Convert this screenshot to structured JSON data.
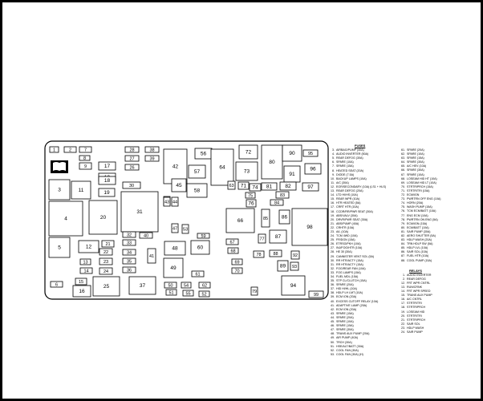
{
  "legend": {
    "fuses_heading": "FUSES",
    "relays_heading": "RELAYS",
    "fuses_left": [
      {
        "n": "3.",
        "t": "AIRBAG/PUMP (40A)"
      },
      {
        "n": "4.",
        "t": "AUDIO INVERTER (50A)"
      },
      {
        "n": "5.",
        "t": "REAR DEFOG (30A)"
      },
      {
        "n": "6.",
        "t": "SPARE (10A)"
      },
      {
        "n": "7.",
        "t": "SPARE (15A)"
      },
      {
        "n": "8.",
        "t": "HEATED SEAT (20A)"
      },
      {
        "n": "9.",
        "t": "DIODE (7.5A)"
      },
      {
        "n": "10.",
        "t": "BACKUP LAMPS (10A)"
      },
      {
        "n": "11.",
        "t": "A/C (30A)"
      },
      {
        "n": "12.",
        "t": "EGR/SECONDARY (10A) (LS1 + HLS)"
      },
      {
        "n": "13.",
        "t": "REAR DEFOG (20A)"
      },
      {
        "n": "14.",
        "t": "LTD HI/HS (10A)"
      },
      {
        "n": "15.",
        "t": "REAR WPR (10A)"
      },
      {
        "n": "16.",
        "t": "HTR HEATED (5A)"
      },
      {
        "n": "17.",
        "t": "CRRT HTR (10A)"
      },
      {
        "n": "18.",
        "t": "CCDR/RR/PWR SEAT (30A)"
      },
      {
        "n": "19.",
        "t": "ABS/VALV (30A)"
      },
      {
        "n": "20.",
        "t": "DRVR/PWR SEAT (30A)"
      },
      {
        "n": "21.",
        "t": "ABS/PUMP (40A)"
      },
      {
        "n": "22.",
        "t": "CRHTR (10A)"
      },
      {
        "n": "23.",
        "t": "A/L (10A)"
      },
      {
        "n": "24.",
        "t": "TCM 4WD (10A)"
      },
      {
        "n": "25.",
        "t": "FR/DGN (15A)"
      },
      {
        "n": "26.",
        "t": "ETRSG/PKH (10A)"
      },
      {
        "n": "27.",
        "t": "INJ/FOG/HTR (10A)"
      },
      {
        "n": "28.",
        "t": "HE 30 (30A)"
      },
      {
        "n": "29.",
        "t": "CANNISTER VENT SOL (5A)"
      },
      {
        "n": "30.",
        "t": "RR HTR/ACTY (15A)"
      },
      {
        "n": "31.",
        "t": "RR HTR/ACTY (15A)"
      },
      {
        "n": "32.",
        "t": "FOG/REAR FAN (10A)"
      },
      {
        "n": "33.",
        "t": "FOG LAMPS (15A)"
      },
      {
        "n": "34.",
        "t": "FUEL MDL (15A)"
      },
      {
        "n": "35.",
        "t": "STP CL/CLUTCH (15A)"
      },
      {
        "n": "36.",
        "t": "SPARE (20A)"
      },
      {
        "n": "37.",
        "t": "HID HI/HL (10A)"
      },
      {
        "n": "38.",
        "t": "HDLP LH LMT (10A)"
      },
      {
        "n": "39.",
        "t": "ECM ION (20A)"
      },
      {
        "n": "40.",
        "t": "EXCESS CUTOFF RELAY (10A)"
      },
      {
        "n": "41.",
        "t": "ADAPTIVE LAMP (20A)"
      },
      {
        "n": "42.",
        "t": "ECM ION (20A)"
      },
      {
        "n": "43.",
        "t": "SPARE (15A)"
      },
      {
        "n": "44.",
        "t": "SPARE (20A)"
      },
      {
        "n": "45.",
        "t": "SPARE (10A)"
      },
      {
        "n": "46.",
        "t": "SPARE (15A)"
      },
      {
        "n": "47.",
        "t": "SPARE (30A)"
      },
      {
        "n": "48.",
        "t": "TRANS AUX PUMP (20A)"
      },
      {
        "n": "49.",
        "t": "AIR PUMP (40A)"
      },
      {
        "n": "50.",
        "t": "TRCH (30A)"
      },
      {
        "n": "51.",
        "t": "HSE/ALT/BATT (30A)"
      },
      {
        "n": "52.",
        "t": "COOL FAN (30A)"
      },
      {
        "n": "53.",
        "t": "COOL FAN (30A) (H)"
      }
    ],
    "fuses_right": [
      {
        "n": "61.",
        "t": "SPARE (20A)"
      },
      {
        "n": "62.",
        "t": "SPARE (10A)"
      },
      {
        "n": "63.",
        "t": "SPARE (15A)"
      },
      {
        "n": "64.",
        "t": "SPARE (30A)"
      },
      {
        "n": "65.",
        "t": "A/C HEV (10A)"
      },
      {
        "n": "66.",
        "t": "SPARE (30A)"
      },
      {
        "n": "67.",
        "t": "SPARE (10A)"
      },
      {
        "n": "68.",
        "t": "LOSEAM HID HT (10A)"
      },
      {
        "n": "69.",
        "t": "LOSEAM HID LT (10A)"
      },
      {
        "n": "70.",
        "t": "STRTR/PRCH (15A)"
      },
      {
        "n": "71.",
        "t": "STRTR/TRI (15A)"
      },
      {
        "n": "72.",
        "t": "ECM/IGN"
      },
      {
        "n": "73.",
        "t": "PWRTRN OFF ENG (10A)"
      },
      {
        "n": "74.",
        "t": "HORN (20A)"
      },
      {
        "n": "75.",
        "t": "WASH PUMP (15A)"
      },
      {
        "n": "76.",
        "t": "TCM ECM/BATT (10A)"
      },
      {
        "n": "77.",
        "t": "ENG ECM (10A)"
      },
      {
        "n": "78.",
        "t": "PWRTRN ON ENG (5A)"
      },
      {
        "n": "79.",
        "t": "ECM/IGN (15A)"
      },
      {
        "n": "80.",
        "t": "ECM/BATT (10A)"
      },
      {
        "n": "81.",
        "t": "SAIR PUMP (30A)"
      },
      {
        "n": "82.",
        "t": "AERO SHUTTER (5A)"
      },
      {
        "n": "83.",
        "t": "HDLP WASH (20A)"
      },
      {
        "n": "84.",
        "t": "TRN HDLP SW (5A)"
      },
      {
        "n": "85.",
        "t": "HDLP LVL (10A)"
      },
      {
        "n": "86.",
        "t": "SAIR SOL (10A)"
      },
      {
        "n": "87.",
        "t": "FUEL HTR (10A)"
      },
      {
        "n": "88.",
        "t": "COOL PUMP (15A)"
      }
    ],
    "relays": [
      {
        "n": "1.",
        "t": "AUDIO INVERTER"
      },
      {
        "n": "2.",
        "t": "REAR DEFOG"
      },
      {
        "n": "12.",
        "t": "FRT WPR CNTRL"
      },
      {
        "n": "13.",
        "t": "RUN/CRNK"
      },
      {
        "n": "14.",
        "t": "FRT WPR SPEED"
      },
      {
        "n": "15.",
        "t": "TRANS AUX PUMP"
      },
      {
        "n": "16.",
        "t": "A/C CNTRL"
      },
      {
        "n": "17.",
        "t": "STRTR/TRI"
      },
      {
        "n": "18.",
        "t": "STRTR/PRCH"
      },
      {
        "n": "19.",
        "t": "LOSEAM HID"
      },
      {
        "n": "20.",
        "t": "STRTR/TRI"
      },
      {
        "n": "21.",
        "t": "STRTR/PRCH"
      },
      {
        "n": "22.",
        "t": "SAIR SOL"
      },
      {
        "n": "23.",
        "t": "HDLP WASH"
      },
      {
        "n": "24.",
        "t": "SAIR PUMP"
      }
    ]
  },
  "cells": [
    "1",
    "2",
    "7",
    "28",
    "38",
    "27",
    "39",
    "26",
    "30",
    "42",
    "56",
    "64",
    "72",
    "73",
    "80",
    "90",
    "95",
    "91",
    "96",
    "8",
    "9",
    "10",
    "17",
    "18",
    "19",
    "3",
    "11",
    "45",
    "57",
    "58",
    "63",
    "71",
    "74",
    "81",
    "82",
    "83",
    "97",
    "75",
    "76",
    "84",
    "85",
    "86",
    "87",
    "98",
    "4",
    "20",
    "31",
    "46",
    "47",
    "48",
    "53",
    "54",
    "55",
    "59",
    "60",
    "62",
    "65",
    "66",
    "67",
    "68",
    "69",
    "70",
    "77",
    "78",
    "79",
    "88",
    "89",
    "92",
    "93",
    "94",
    "99",
    "5",
    "12",
    "21",
    "22",
    "23",
    "24",
    "32",
    "33",
    "34",
    "35",
    "36",
    "37",
    "40",
    "41",
    "43",
    "44",
    "49",
    "50",
    "51",
    "52",
    "61",
    "6",
    "13",
    "14",
    "15",
    "16",
    "25"
  ]
}
